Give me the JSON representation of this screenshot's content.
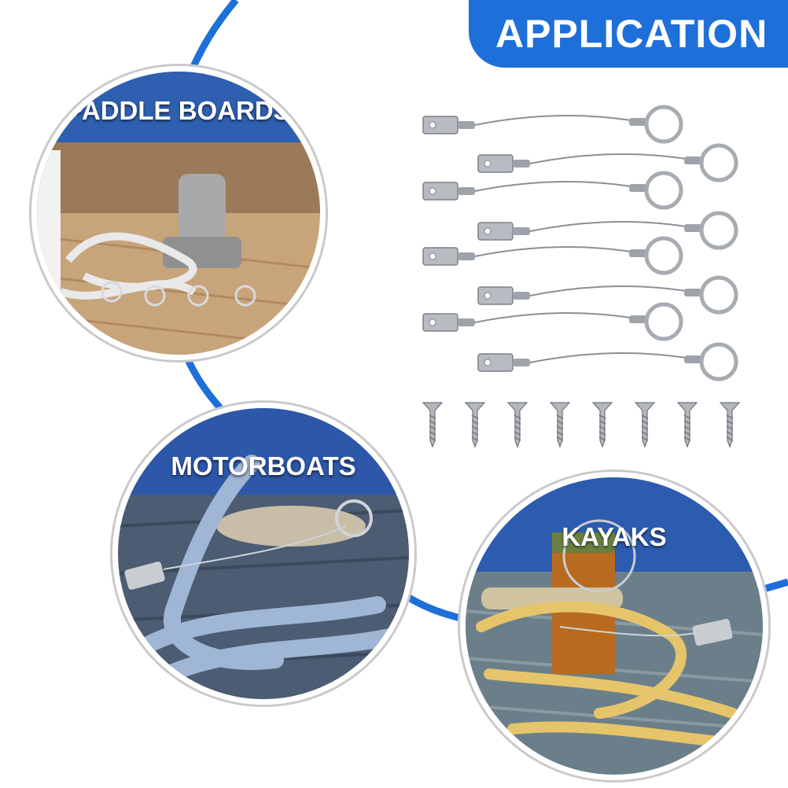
{
  "title": "APPLICATION",
  "colors": {
    "accent": "#1e6fd9",
    "steel": "#b8bcc2",
    "wire": "#8a8f96"
  },
  "applications": [
    {
      "label": "PADDLE BOARDS"
    },
    {
      "label": "MOTORBOATS"
    },
    {
      "label": "KAYAKS"
    }
  ],
  "product": {
    "lanyards": 8,
    "screws": 8
  }
}
